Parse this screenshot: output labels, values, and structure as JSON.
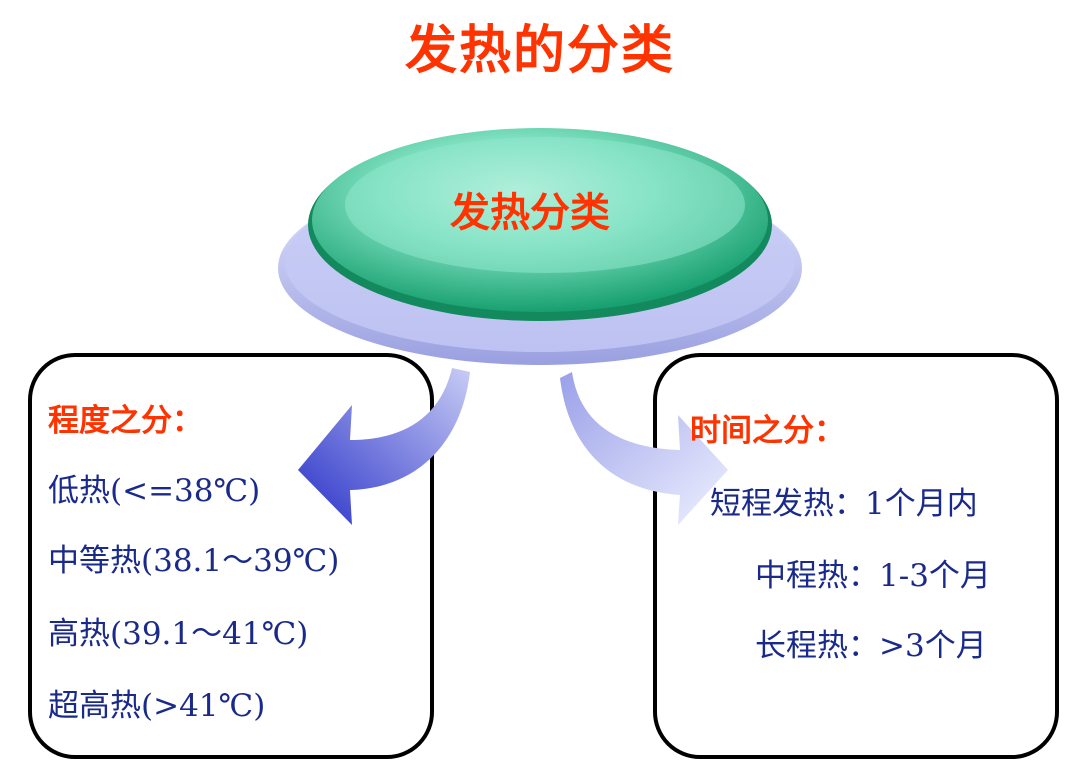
{
  "title": "发热的分类",
  "center": {
    "label": "发热分类"
  },
  "left_box": {
    "heading": "程度之分：",
    "items": [
      "低热(<=38℃)",
      "中等热(38.1～39℃)",
      "高热(39.1～41℃)",
      "超高热(>41℃)"
    ]
  },
  "right_box": {
    "heading": "时间之分：",
    "items": [
      {
        "name": "短程发热：",
        "value": "1个月内"
      },
      {
        "name": "中程热：",
        "value": "1-3个月"
      },
      {
        "name": "长程热：",
        "value": ">3个月"
      }
    ]
  },
  "colors": {
    "title": "#ff3300",
    "text": "#1a2a8a",
    "ellipse": "#2fbf8f",
    "disc": "#b9bff0",
    "arrow": "#3a45cc"
  }
}
